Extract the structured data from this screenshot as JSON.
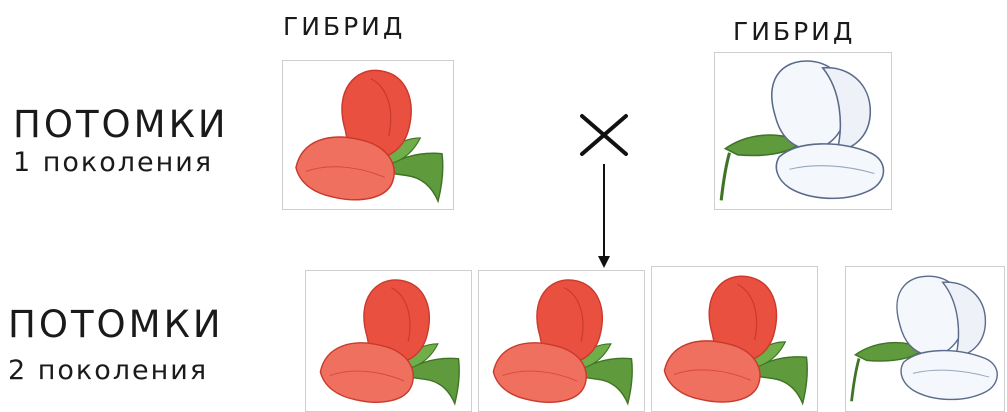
{
  "parents": {
    "left": {
      "label": "ГИБРИД",
      "flower_color": "red"
    },
    "right": {
      "label": "ГИБРИД",
      "flower_color": "white"
    }
  },
  "cross_symbol": "X",
  "generation_1": {
    "title": "ПОТОМКИ",
    "subtitle": "1 поколения"
  },
  "generation_2": {
    "title": "ПОТОМКИ",
    "subtitle": "2 поколения",
    "offspring_colors": [
      "red",
      "red",
      "red",
      "white"
    ]
  },
  "colors": {
    "red_petal": "#e9503f",
    "red_petal_dark": "#c93a2c",
    "white_petal": "#f4f7fb",
    "white_outline": "#5a6a8a",
    "leaf": "#5f9b3c",
    "leaf_dark": "#3f7426"
  }
}
